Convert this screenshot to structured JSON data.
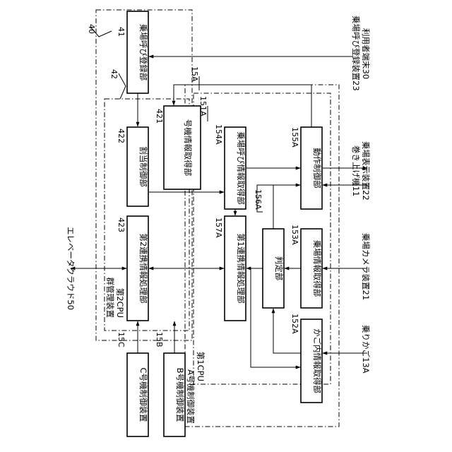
{
  "diagram": {
    "elevator_cloud": {
      "ref": "40",
      "label": "エレベータクラウド50"
    },
    "call_registration": {
      "ref": "41",
      "label": "乗場呼び登録部"
    },
    "group_management": {
      "ref": "42",
      "label": "群管理装置",
      "cpu_label": "第2CPU",
      "number_info": {
        "ref": "421",
        "label": "号機情報取得部"
      },
      "assignment": {
        "ref": "422",
        "label": "割当制御部"
      },
      "cooperation": {
        "ref": "423",
        "label": "第2連携情報処理部"
      }
    },
    "controller_a": {
      "ref": "15A",
      "label": "A号機制御装置",
      "cpu_ref": "151A",
      "cpu_label": "第1CPU",
      "hall_call_acq": {
        "ref": "154A",
        "label": "乗場呼び情報取得部"
      },
      "operation": {
        "ref": "155A",
        "label": "動作制御部"
      },
      "judgment": {
        "ref": "156A",
        "label": "判定部"
      },
      "cooperation": {
        "ref": "157A",
        "label": "第1連携情報処理部"
      },
      "hall_info_acq": {
        "ref": "153A",
        "label": "乗場情報取得部"
      },
      "car_info_acq": {
        "ref": "152A",
        "label": "かご内情報取得部"
      }
    },
    "controller_b": {
      "ref": "15B",
      "label": "B号機制御装置"
    },
    "controller_c": {
      "ref": "15C",
      "label": "C号機制御装置"
    },
    "external": {
      "call_registration_device": "乗場呼び登録装置23",
      "user_terminal": "利用者端末30",
      "hoist": "巻き上げ機11",
      "hall_display": "乗場表示装置22",
      "hall_camera": "乗場カメラ装置21",
      "car": "乗りかご13A"
    }
  }
}
